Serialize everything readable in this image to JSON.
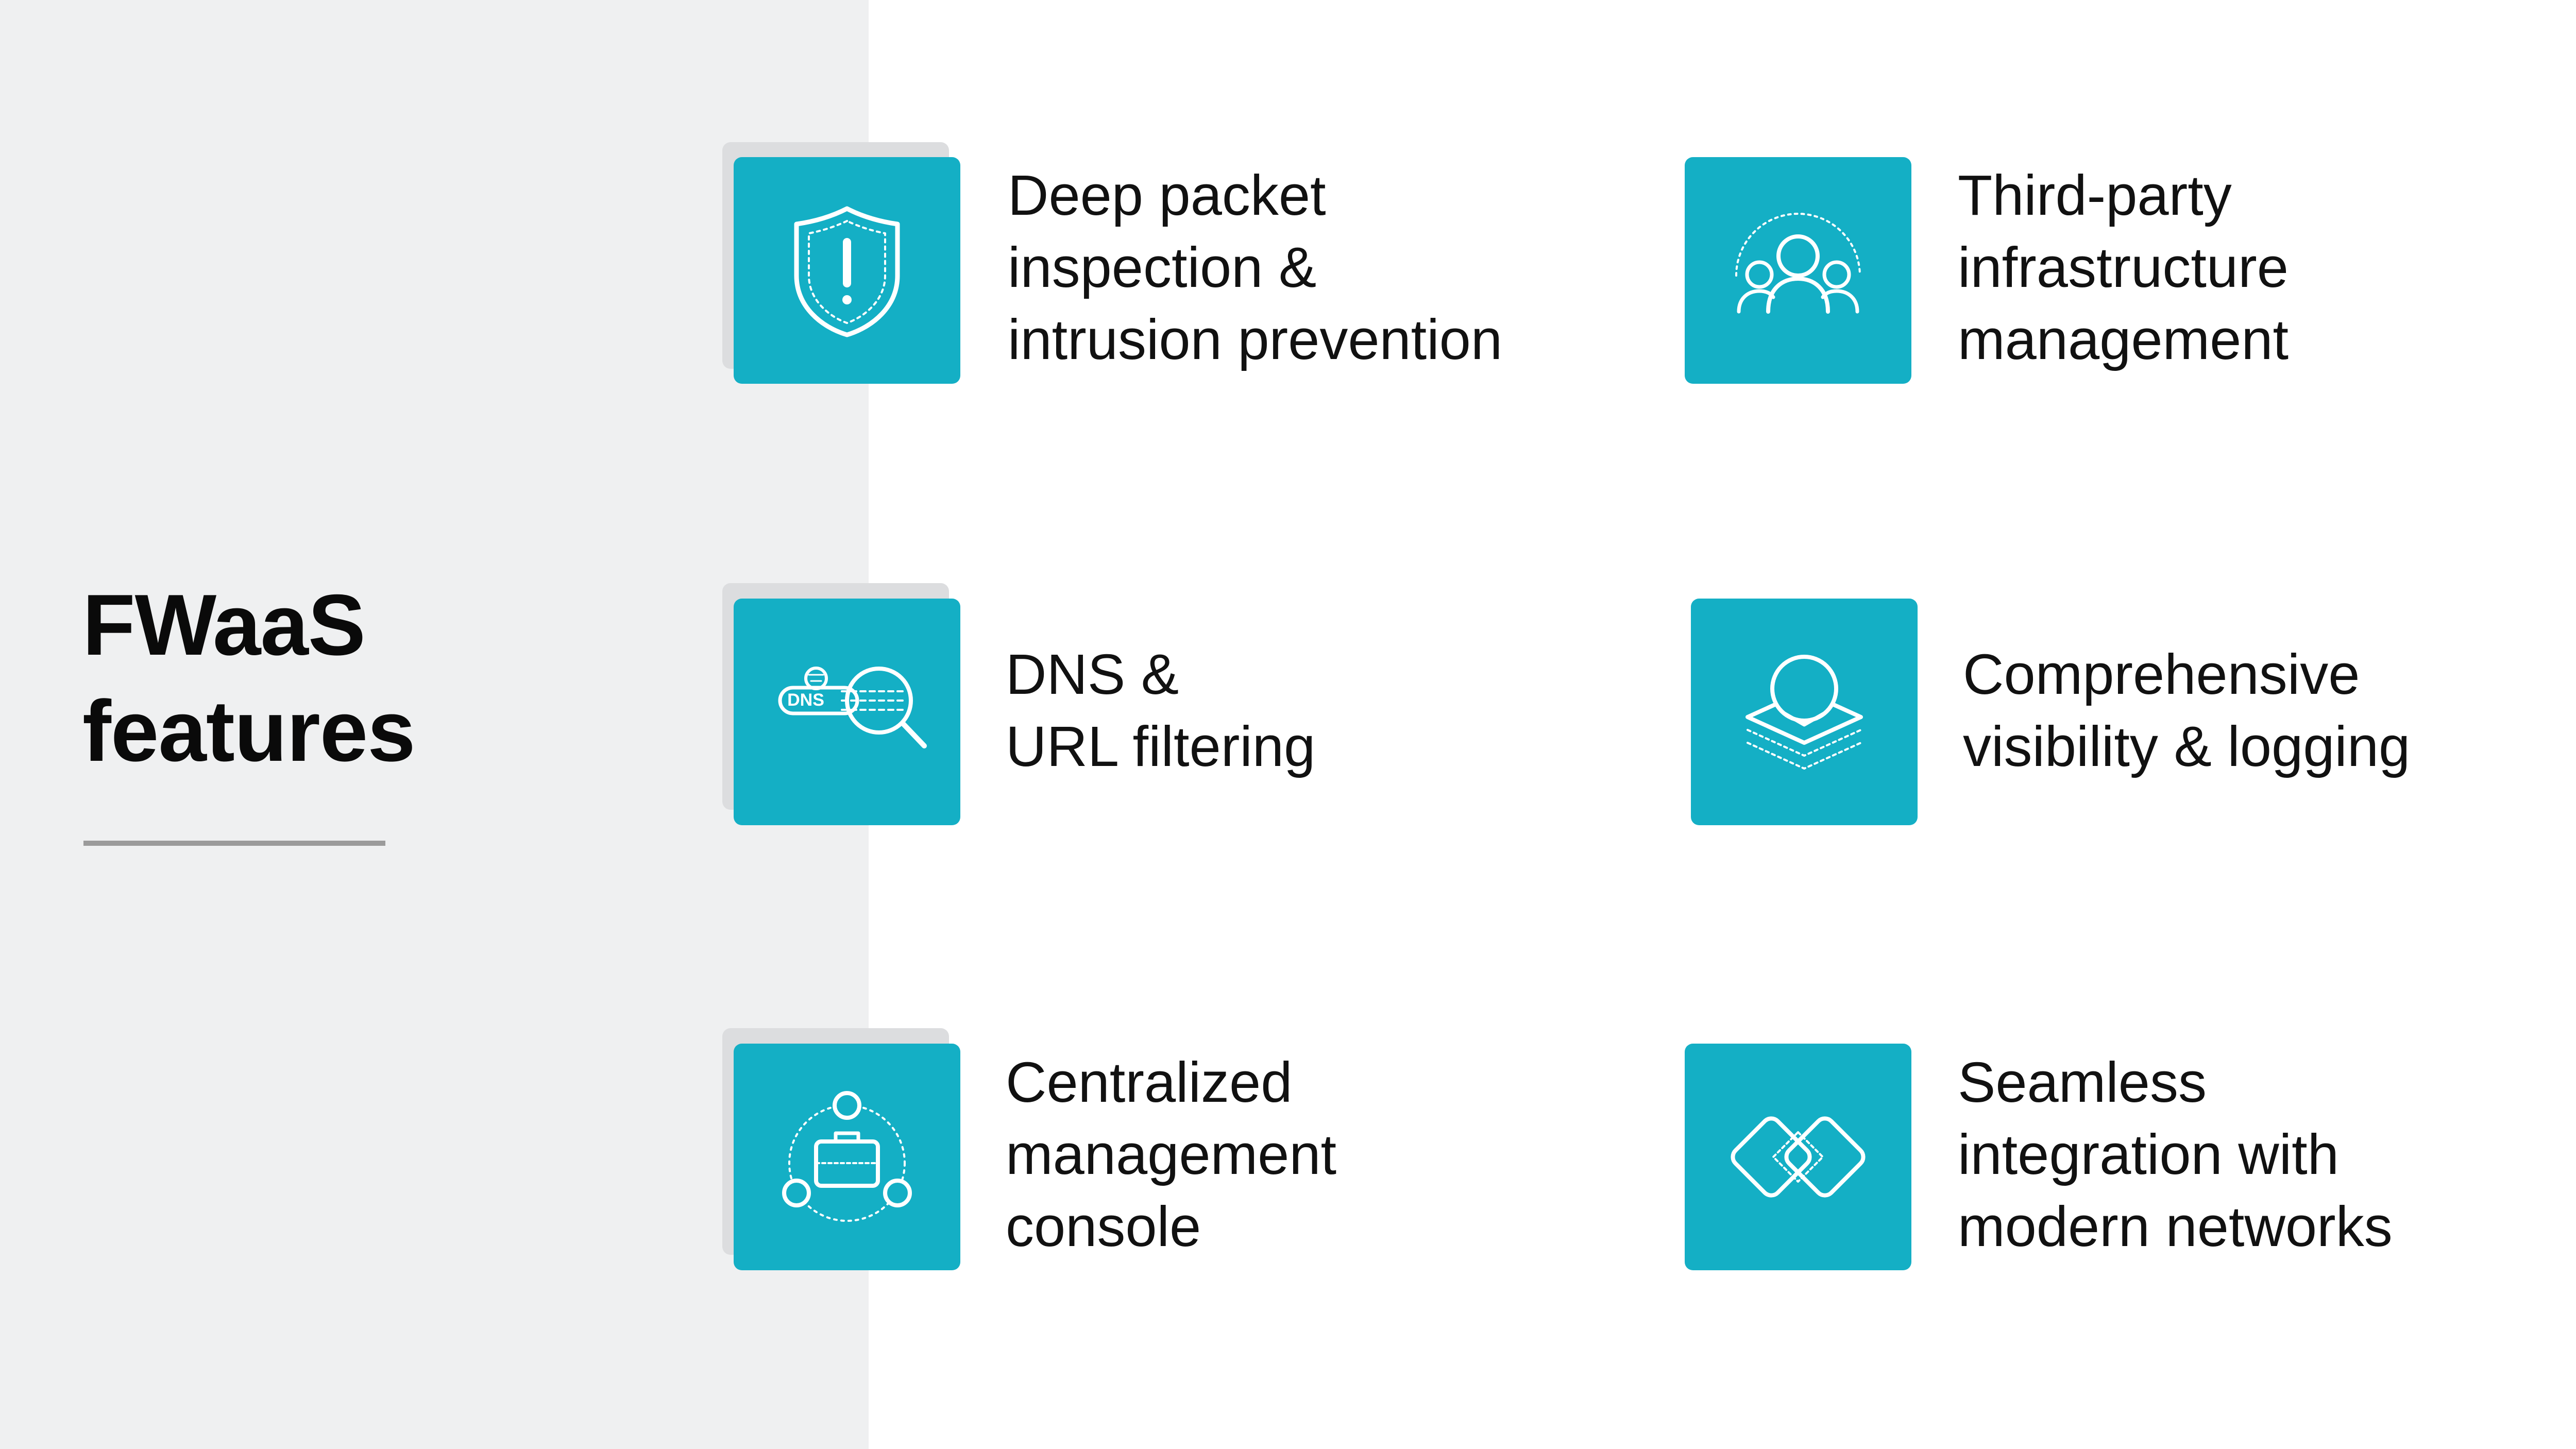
{
  "title": {
    "line1": "FWaaS",
    "line2": "features"
  },
  "features": [
    {
      "icon": "shield-alert-icon",
      "lines": [
        "Deep packet",
        "inspection &",
        "intrusion prevention"
      ]
    },
    {
      "icon": "users-group-icon",
      "lines": [
        "Third-party",
        "infrastructure",
        "management"
      ]
    },
    {
      "icon": "dns-search-icon",
      "icon_text": "DNS",
      "lines": [
        "DNS &",
        "URL filtering"
      ]
    },
    {
      "icon": "layers-search-icon",
      "lines": [
        "Comprehensive",
        "visibility & logging"
      ]
    },
    {
      "icon": "briefcase-network-icon",
      "lines": [
        "Centralized",
        "management",
        "console"
      ]
    },
    {
      "icon": "linked-diamonds-icon",
      "lines": [
        "Seamless",
        "integration with",
        "modern networks"
      ]
    }
  ],
  "colors": {
    "accent": "#14afc5",
    "panel": "#eff0f1",
    "rule": "#9b9b9b",
    "text": "#111111"
  }
}
